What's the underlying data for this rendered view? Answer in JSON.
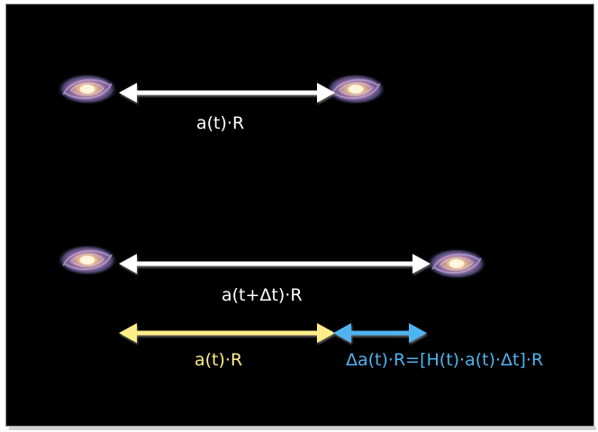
{
  "diagram": {
    "top_label": "a(t)·R",
    "bottom_label": "a(t+Δt)·R",
    "yellow_label": "a(t)·R",
    "blue_label": "Δa(t)·R=[H(t)·a(t)·Δt]·R"
  },
  "colors": {
    "background": "#000000",
    "white_arrow": "#ffffff",
    "yellow_arrow": "#ffee88",
    "blue_arrow": "#4fb3f0",
    "yellow_text": "#ffee88",
    "blue_text": "#4fb3f0"
  },
  "icons": [
    "spiral-galaxy-icon"
  ]
}
